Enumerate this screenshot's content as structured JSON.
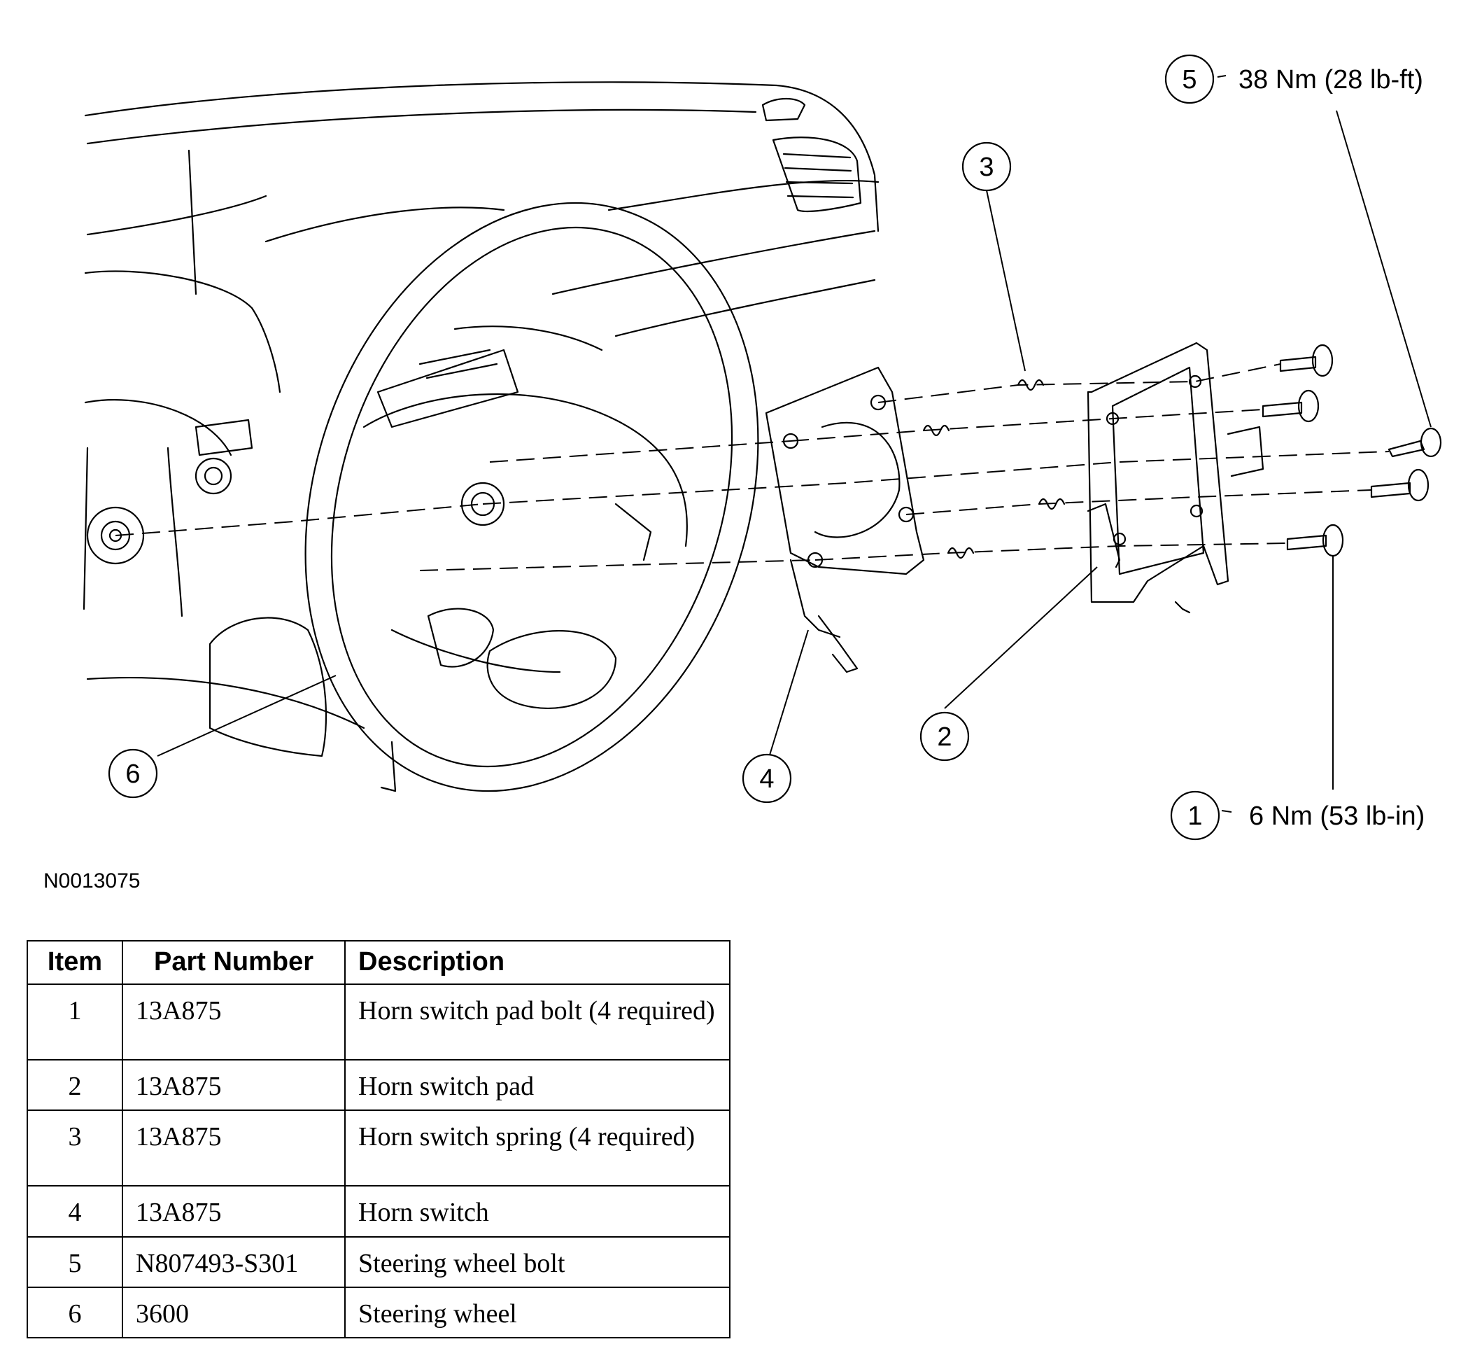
{
  "callouts": [
    {
      "num": "5",
      "torque": "38 Nm (28 lb-ft)"
    },
    {
      "num": "3",
      "torque": ""
    },
    {
      "num": "6",
      "torque": ""
    },
    {
      "num": "4",
      "torque": ""
    },
    {
      "num": "2",
      "torque": ""
    },
    {
      "num": "1",
      "torque": "6 Nm (53 lb-in)"
    }
  ],
  "figure_id": "N0013075",
  "table": {
    "headers": [
      "Item",
      "Part Number",
      "Description"
    ],
    "rows": [
      {
        "item": "1",
        "part": "13A875",
        "desc": "Horn switch pad bolt (4 required)"
      },
      {
        "item": "2",
        "part": "13A875",
        "desc": "Horn switch pad"
      },
      {
        "item": "3",
        "part": "13A875",
        "desc": "Horn switch spring (4 required)"
      },
      {
        "item": "4",
        "part": "13A875",
        "desc": "Horn switch"
      },
      {
        "item": "5",
        "part": "N807493-S301",
        "desc": "Steering wheel bolt"
      },
      {
        "item": "6",
        "part": "3600",
        "desc": "Steering wheel"
      }
    ]
  }
}
